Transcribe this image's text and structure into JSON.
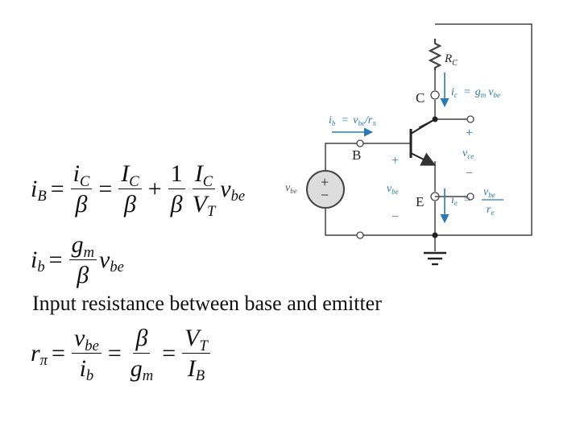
{
  "equations": {
    "iB": {
      "lhs": "i",
      "lhs_sub": "B",
      "t1_num": "i",
      "t1_num_sub": "C",
      "t1_den": "β",
      "t2_num": "I",
      "t2_num_sub": "C",
      "t2_den": "β",
      "plus": "+",
      "t3_num": "1",
      "t3_den": "β",
      "t4_num": "I",
      "t4_num_sub": "C",
      "t4_den": "V",
      "t4_den_sub": "T",
      "tail": "v",
      "tail_sub": "be",
      "eq": "="
    },
    "ib": {
      "lhs": "i",
      "lhs_sub": "b",
      "num": "g",
      "num_sub": "m",
      "den": "β",
      "tail": "v",
      "tail_sub": "be",
      "eq": "="
    },
    "caption": "Input resistance between base and emitter",
    "rpi": {
      "lhs": "r",
      "lhs_sub": "π",
      "f1_num": "v",
      "f1_num_sub": "be",
      "f1_den": "i",
      "f1_den_sub": "b",
      "f2_num": "β",
      "f2_den": "g",
      "f2_den_sub": "m",
      "f3_num": "V",
      "f3_num_sub": "T",
      "f3_den": "I",
      "f3_den_sub": "B",
      "eq": "="
    }
  },
  "circuit": {
    "rc_label": "R",
    "rc_sub": "C",
    "c_node": "C",
    "b_node": "B",
    "e_node": "E",
    "ic_label": "i",
    "ic_sub": "c",
    "ic_eq": "=",
    "ic_g": "g",
    "ic_gsub": "m",
    "ic_v": "v",
    "ic_vsub": "be",
    "ib_label": "i",
    "ib_sub": "b",
    "ib_eq": "=",
    "ib_v": "v",
    "ib_vsub": "be",
    "ib_slash": "/r",
    "ib_rsub": "π",
    "vce_plus": "+",
    "vce_label": "v",
    "vce_sub": "ce",
    "vce_minus": "−",
    "vbe_plus": "+",
    "vbe_label": "v",
    "vbe_sub": "be",
    "vbe_minus": "−",
    "src_label": "v",
    "src_sub": "be",
    "src_plus": "+",
    "src_minus": "−",
    "ie_label": "i",
    "ie_sub": "e",
    "ie_eq": "=",
    "ie_num": "v",
    "ie_num_sub": "be",
    "ie_den": "r",
    "ie_den_sub": "e",
    "wire_color": "#444444",
    "accent_color": "#2a79b8",
    "source_fill": "#dddddd"
  }
}
